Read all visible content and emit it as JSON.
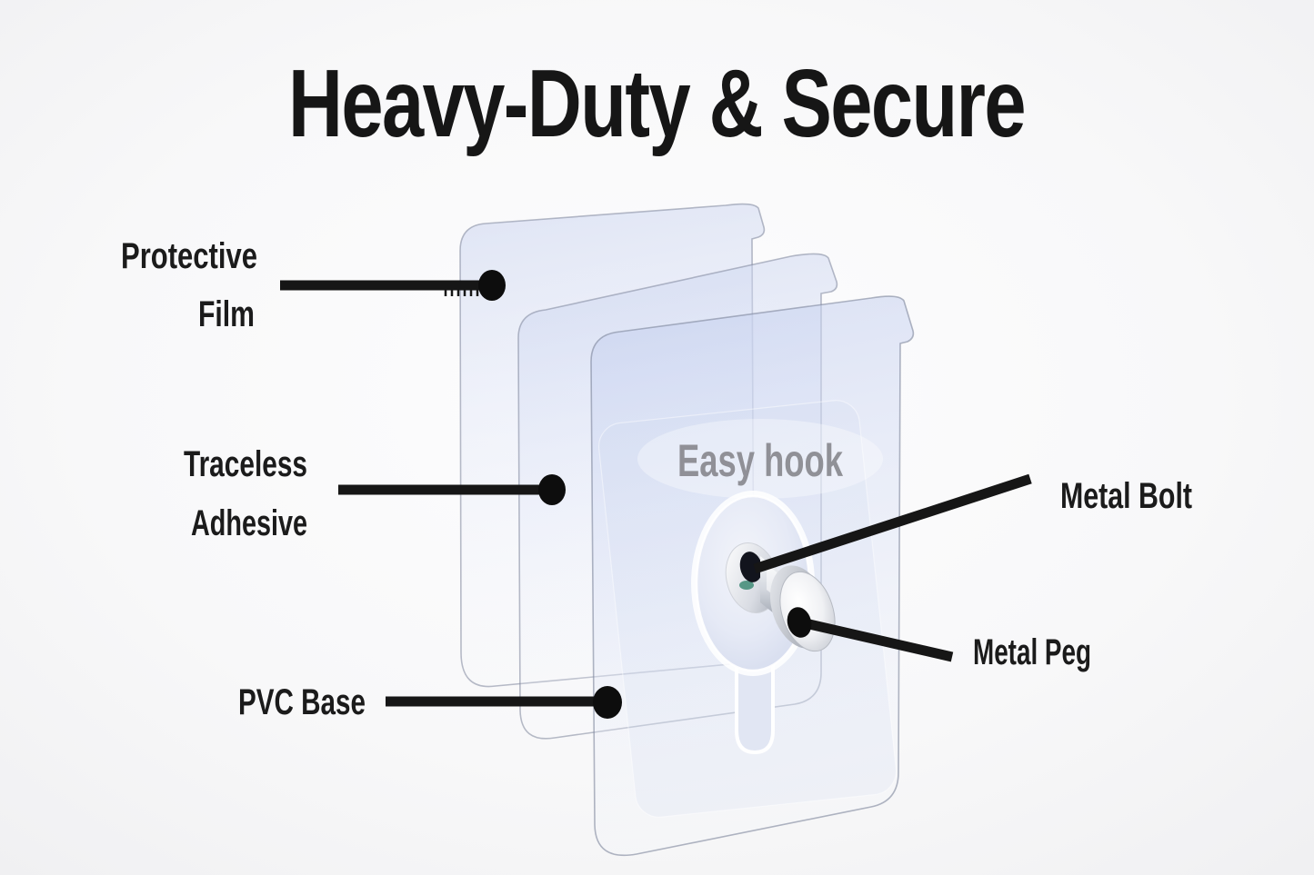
{
  "title": "Heavy-Duty & Secure",
  "hook": {
    "printed_label": "Easy hook"
  },
  "callouts": {
    "protective_film": {
      "lines": [
        "Protective",
        "Film"
      ]
    },
    "traceless_adhesive": {
      "lines": [
        "Traceless",
        "Adhesive"
      ]
    },
    "pvc_base": {
      "label": "PVC Base"
    },
    "metal_bolt": {
      "label": "Metal Bolt"
    },
    "metal_peg": {
      "label": "Metal Peg"
    }
  },
  "colors": {
    "background": "#f7f7f8",
    "title_text": "#161616",
    "callout_ink": "#161616",
    "printed_label_gray": "#87878d",
    "sheet_tint": "#dde3f4",
    "sheet_edge": "#828ca3",
    "metal_silver": "#c6cad2",
    "bolt_dark": "#12141d",
    "accent_green": "#3e8a74"
  }
}
